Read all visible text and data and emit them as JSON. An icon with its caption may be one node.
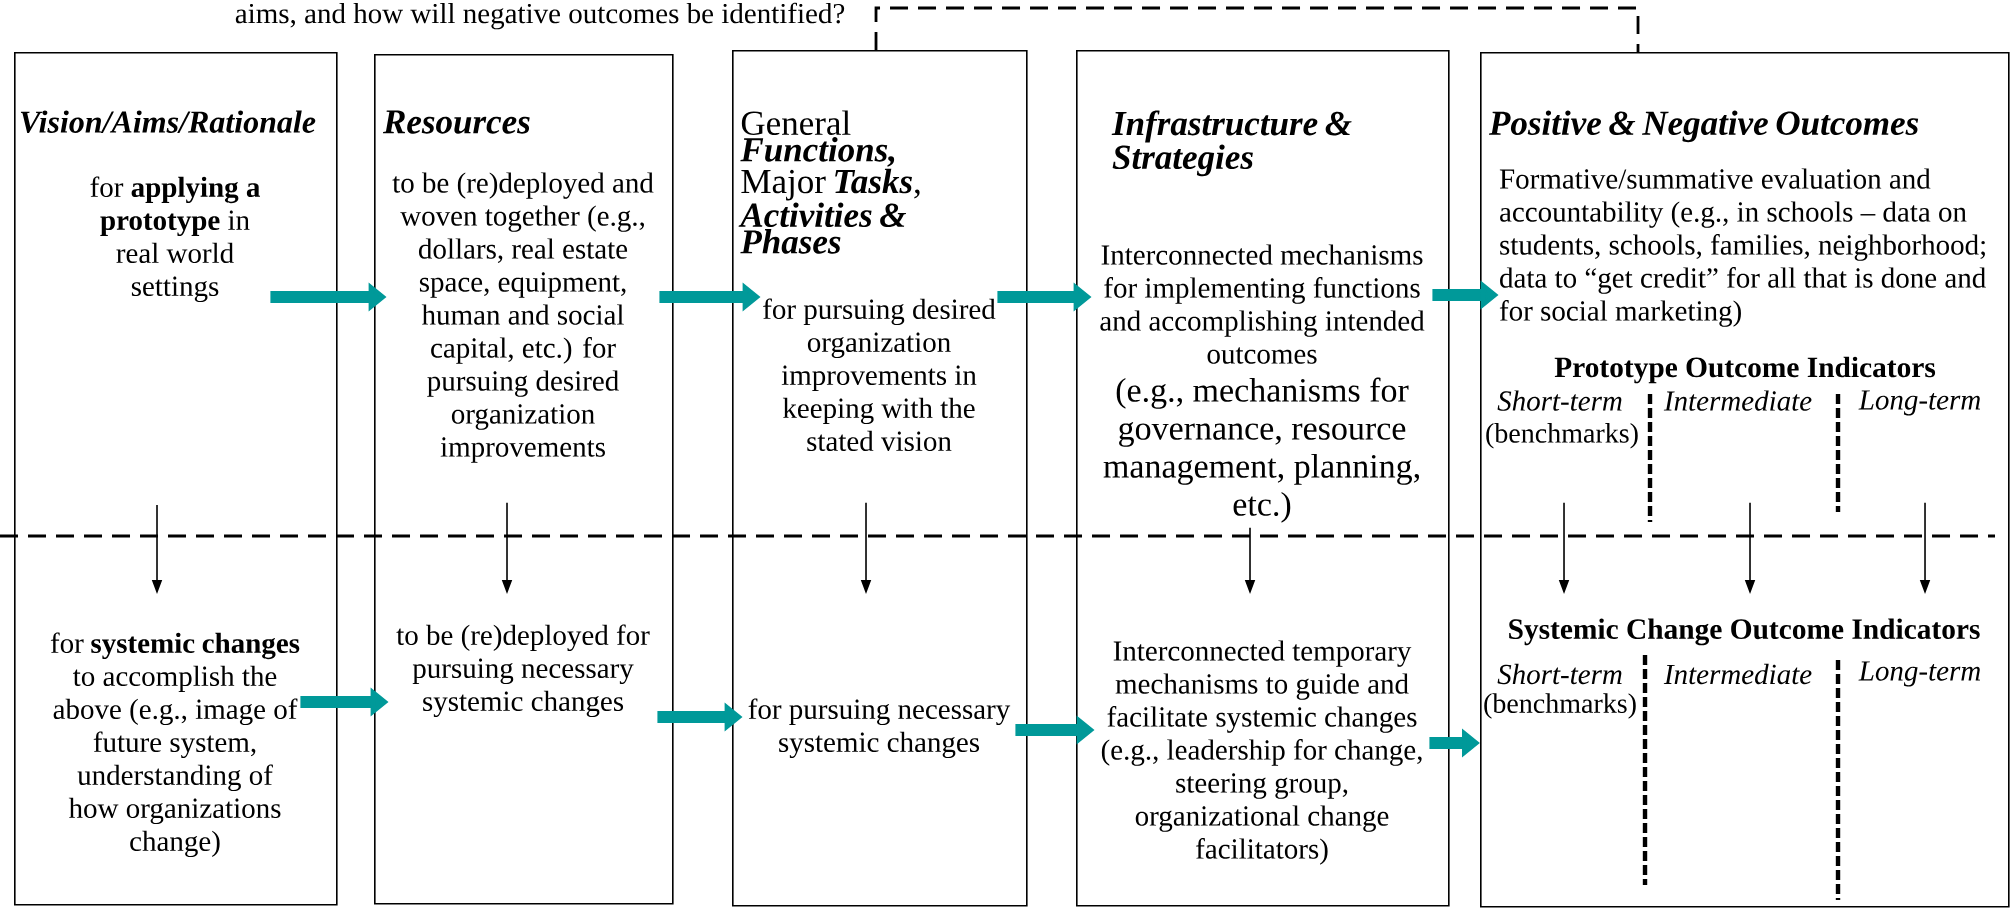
{
  "diagram": {
    "nodes": [
      {
        "text": [
          "Vision/Aims/Rationale"
        ]
      },
      {
        "text": [
          "Resources"
        ]
      },
      {
        "text": [
          "General **Functions,** Major **Tasks**, **Activities & Phases**"
        ]
      },
      {
        "text": [
          "Infrastructure & Strategies"
        ]
      },
      {
        "text": [
          "Positive & Negative Outcomes"
        ]
      },
      {
        "text": [
          "for **applying a prototype** in real world settings"
        ],
        "in": 0
      },
      {
        "text": [
          "to be (re)deployed and woven together (e.g., dollars, real estate space, equipment, human and social capital, etc.) for pursuing desired organization improvements"
        ],
        "in": 1
      },
      {
        "text": [
          "for pursuing desired organization improvements in keeping with the stated vision"
        ],
        "in": 2
      },
      {
        "text": [
          "Interconnected mechanisms for implementing functions and accomplishing intended outcomes",
          "(e.g., mechanisms for governance, resource management, planning, etc.)"
        ],
        "in": 3
      },
      {
        "text": [
          "Formative/summative evaluation and accountability (e.g., in schools – data on students, schools, families, neighborhood; data to “get credit” for all that is done and for social marketing)"
        ],
        "in": 4
      },
      {
        "text": [
          "Short-term",
          "(benchmarks)"
        ],
        "in": 4
      },
      {
        "text": [
          "Intermediate"
        ],
        "in": 4
      },
      {
        "text": [
          "Long-term"
        ],
        "in": 4
      },
      {
        "text": [
          "for **systemic changes** to accomplish the above (e.g., image of future system, understanding of how organizations change)"
        ],
        "in": 0
      },
      {
        "text": [
          "to be (re)deployed for pursuing necessary systemic changes"
        ],
        "in": 1
      },
      {
        "text": [
          "for pursuing necessary systemic changes"
        ],
        "in": 2
      },
      {
        "text": [
          "Interconnected temporary mechanisms to guide and facilitate systemic changes (e.g., leadership for change, steering group, organizational change facilitators)"
        ],
        "in": 3
      },
      {
        "text": [
          "Systemic Change Outcome Indicators"
        ],
        "in": 4
      }
    ],
    "edges": [
      {
        "from": 5,
        "to": 6,
        "arrow": "to",
        "style": "thick",
        "color": "#009999"
      },
      {
        "from": 6,
        "to": 7,
        "arrow": "to",
        "style": "thick",
        "color": "#009999"
      },
      {
        "from": 7,
        "to": 8,
        "arrow": "to",
        "style": "thick",
        "color": "#009999"
      },
      {
        "from": 8,
        "to": 9,
        "arrow": "to",
        "style": "thick",
        "color": "#009999"
      },
      {
        "from": 13,
        "to": 14,
        "arrow": "to",
        "style": "thick",
        "color": "#009999"
      },
      {
        "from": 14,
        "to": 15,
        "arrow": "to",
        "style": "thick",
        "color": "#009999"
      },
      {
        "from": 15,
        "to": 16,
        "arrow": "to",
        "style": "thick",
        "color": "#009999"
      },
      {
        "from": 16,
        "to": 4,
        "arrow": "to",
        "style": "thick",
        "color": "#009999"
      },
      {
        "from": null,
        "to": 13,
        "arrow": "to",
        "color": "#000000"
      },
      {
        "from": 6,
        "to": 14,
        "arrow": "to",
        "color": "#000000"
      },
      {
        "from": 7,
        "to": 15,
        "arrow": "to",
        "color": "#000000"
      },
      {
        "from": 8,
        "to": 16,
        "arrow": "to",
        "color": "#000000"
      },
      {
        "from": 10,
        "to": 17,
        "arrow": "to",
        "color": "#000000"
      },
      {
        "from": 11,
        "to": 17,
        "arrow": "to",
        "color": "#000000"
      },
      {
        "from": 12,
        "to": 17,
        "arrow": "to",
        "color": "#000000"
      },
      {
        "from": 2,
        "to": 4,
        "arrow": "none",
        "style": "dashed",
        "color": "#000000"
      }
    ],
    "labels": [
      "aims, and how will negative outcomes be identified?",
      "Prototype Outcome Indicators",
      "Short-term",
      "(benchmarks)",
      "Intermediate",
      "Long-term"
    ]
  }
}
